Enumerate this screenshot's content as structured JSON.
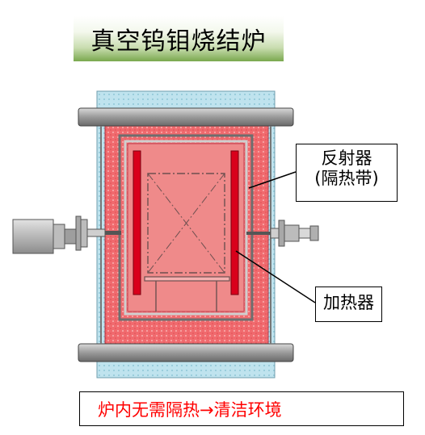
{
  "title": "真空钨钼烧结炉",
  "labels": {
    "reflector_line1": "反射器",
    "reflector_line2": "(隔热带)",
    "heater": "加热器"
  },
  "bottom_note": "炉内无需隔热→清洁环境",
  "colors": {
    "outer_insulation": "#f06a6e",
    "inner_chamber": "#ef8a8a",
    "heater_bar": "#d9001b",
    "water_jacket": "#bfe3ee",
    "note_text": "#ff0000"
  }
}
